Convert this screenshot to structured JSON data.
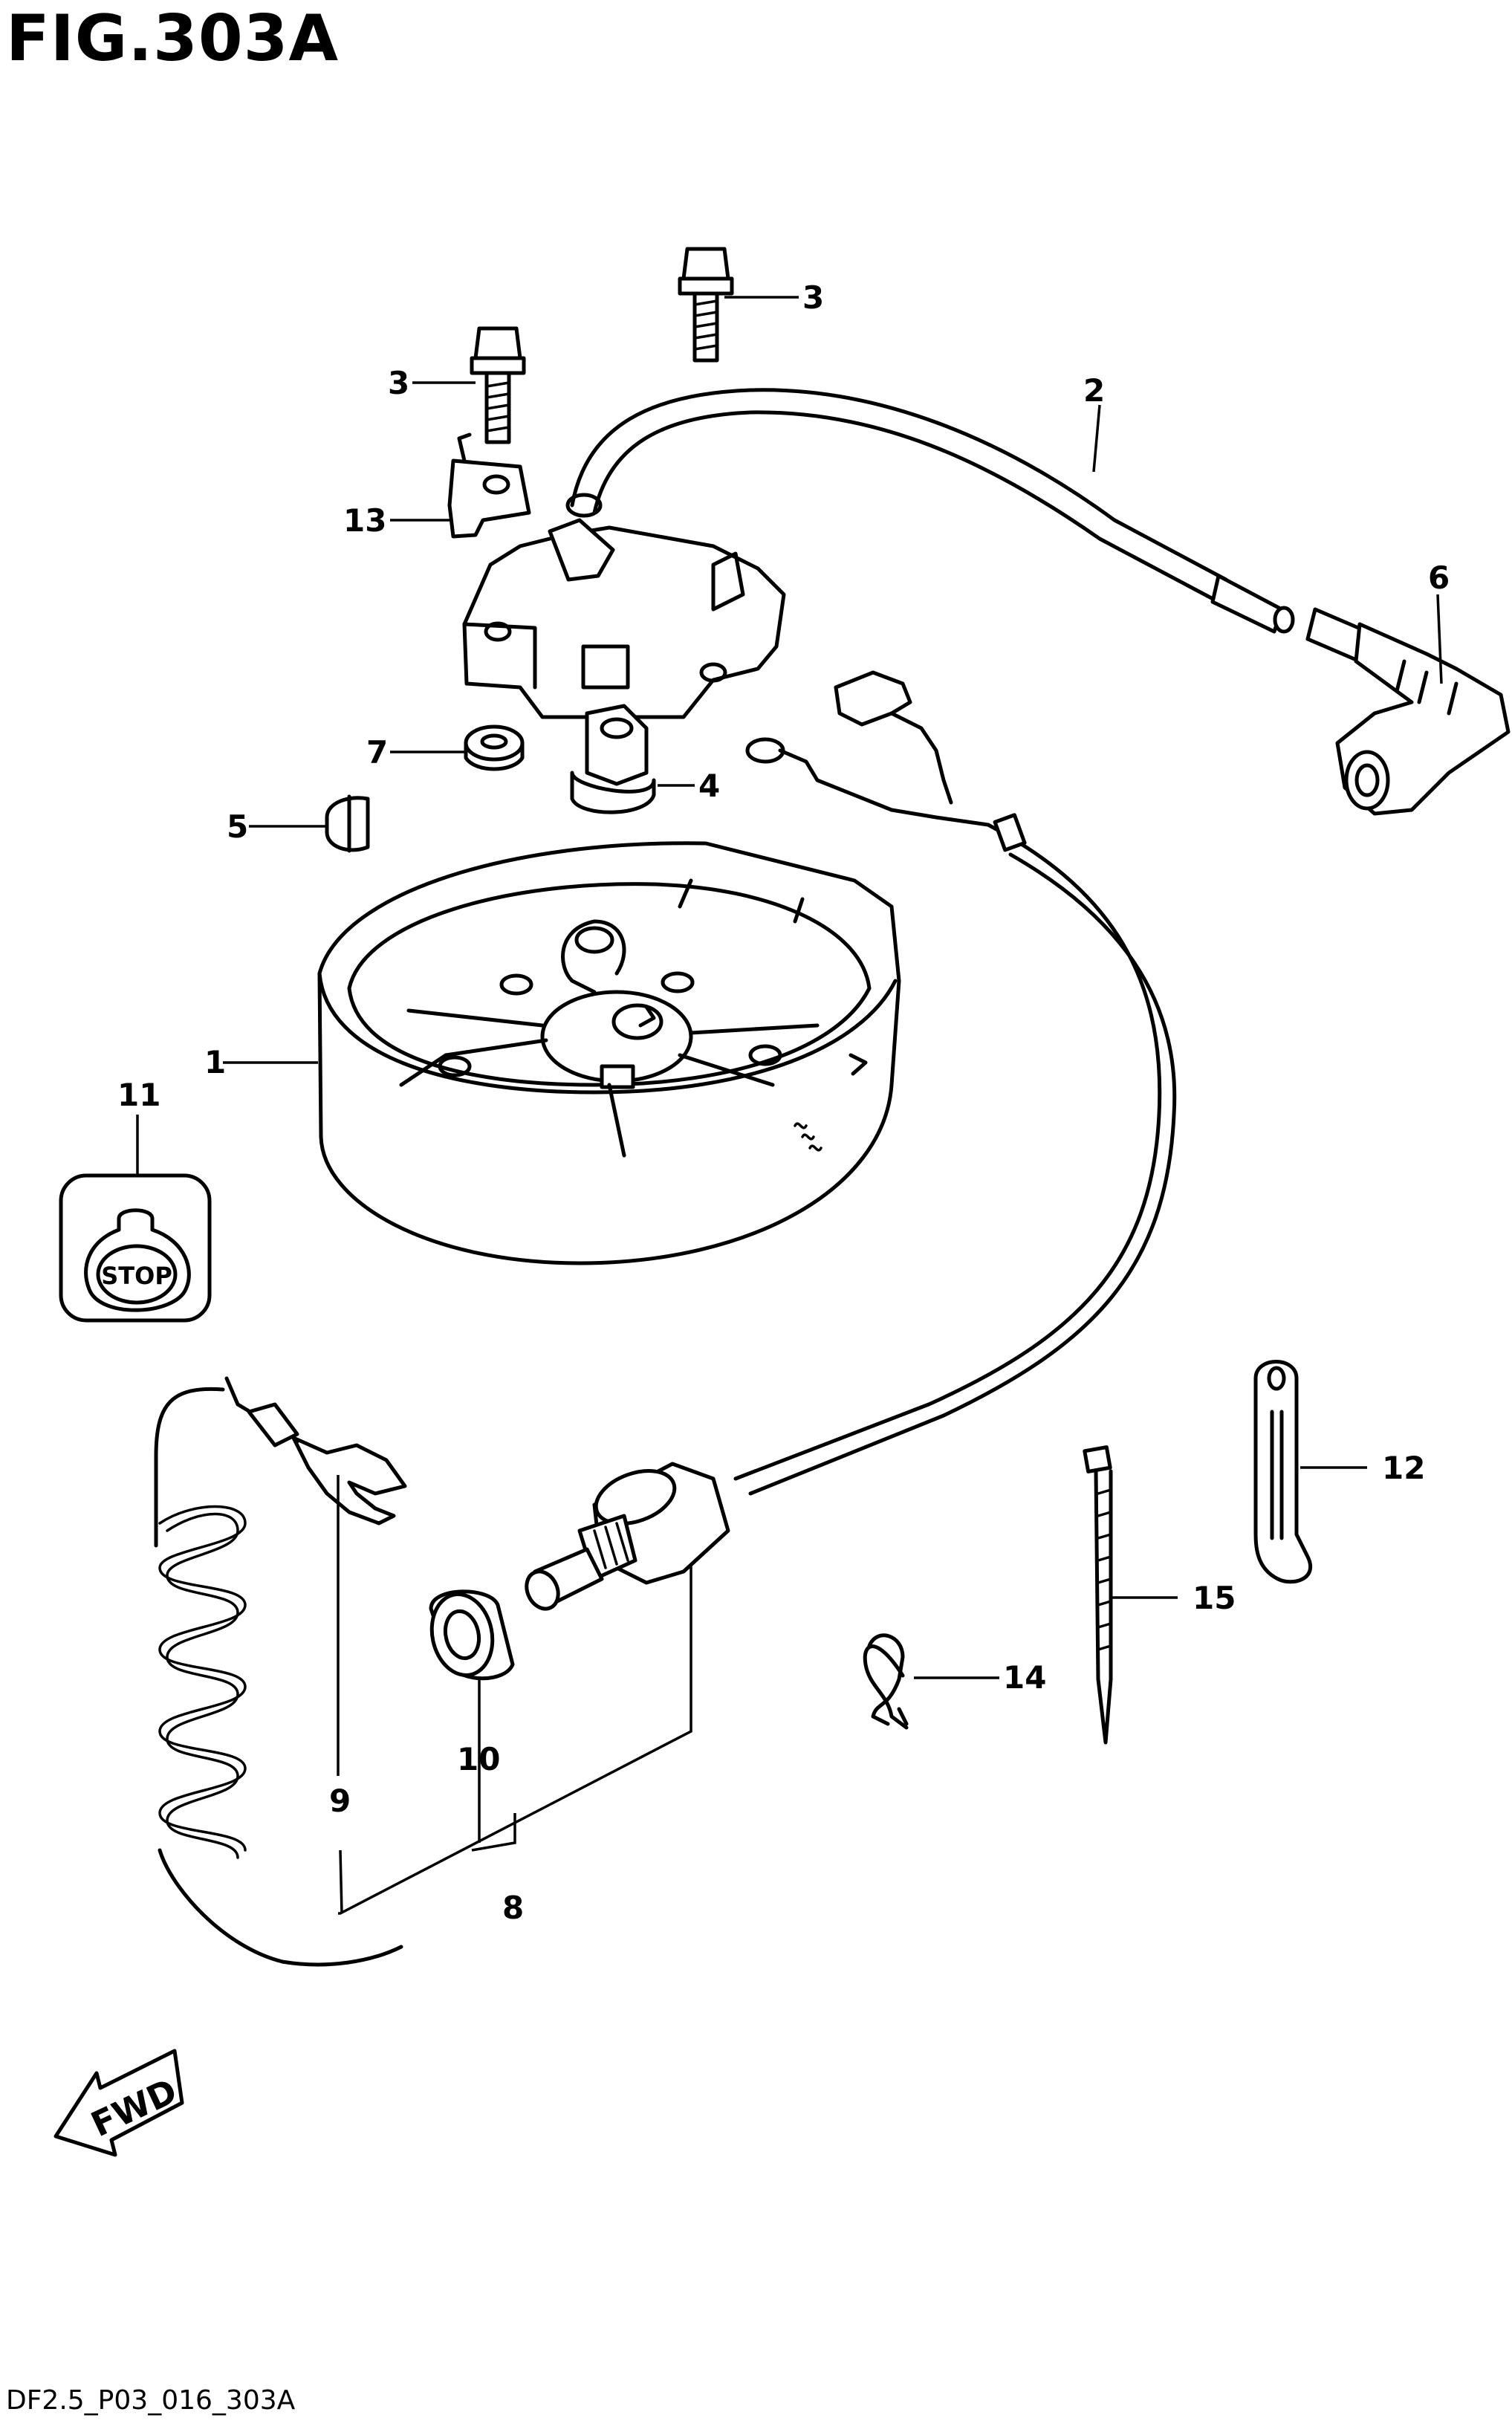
{
  "title": "FIG.303A",
  "drawing_code": "DF2.5_P03_016_303A",
  "stop_label": "STOP",
  "fwd_label": "FWD",
  "callouts": {
    "c1": "1",
    "c2": "2",
    "c3a": "3",
    "c3b": "3",
    "c4": "4",
    "c5": "5",
    "c6": "6",
    "c7": "7",
    "c8": "8",
    "c9": "9",
    "c10": "10",
    "c11": "11",
    "c12": "12",
    "c13": "13",
    "c14": "14",
    "c15": "15"
  }
}
